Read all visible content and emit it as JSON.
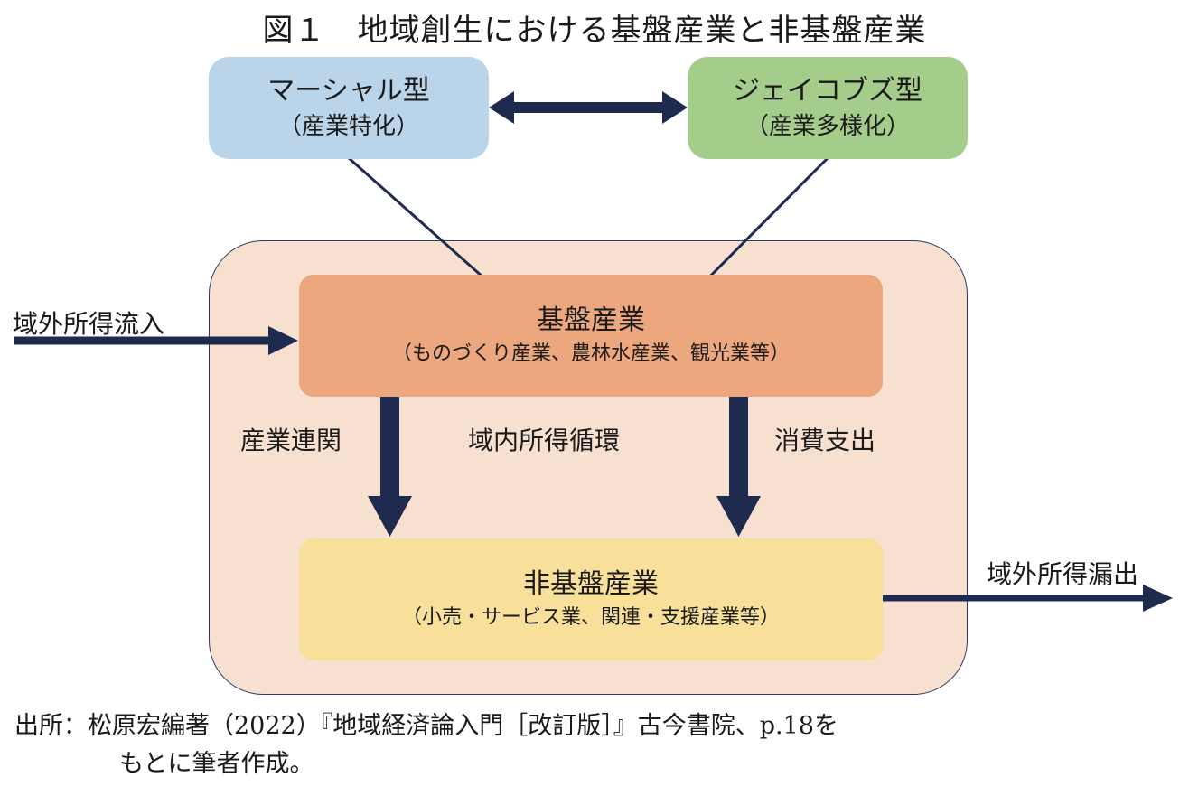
{
  "title": "図１　地域創生における基盤産業と非基盤産業",
  "colors": {
    "marshall_fill": "#bad4ea",
    "jacobs_fill": "#a4cc8a",
    "region_fill": "#f8e0d1",
    "basic_fill": "#eca77f",
    "nonbasic_fill": "#f8e09b",
    "arrow": "#1f2a4f"
  },
  "boxes": {
    "marshall": {
      "line1": "マーシャル型",
      "line2": "（産業特化）"
    },
    "jacobs": {
      "line1": "ジェイコブズ型",
      "line2": "（産業多様化）"
    },
    "basic": {
      "title": "基盤産業",
      "sub": "（ものづくり産業、農林水産業、観光業等）"
    },
    "nonbasic": {
      "title": "非基盤産業",
      "sub": "（小売・サービス業、関連・支援産業等）"
    }
  },
  "labels": {
    "inflow": "域外所得流入",
    "linkage": "産業連関",
    "circulation": "域内所得循環",
    "consumption": "消費支出",
    "outflow": "域外所得漏出"
  },
  "source": {
    "line1": "出所：松原宏編著（2022）『地域経済論入門［改訂版］』古今書院、p.18を",
    "line2": "もとに筆者作成。"
  }
}
